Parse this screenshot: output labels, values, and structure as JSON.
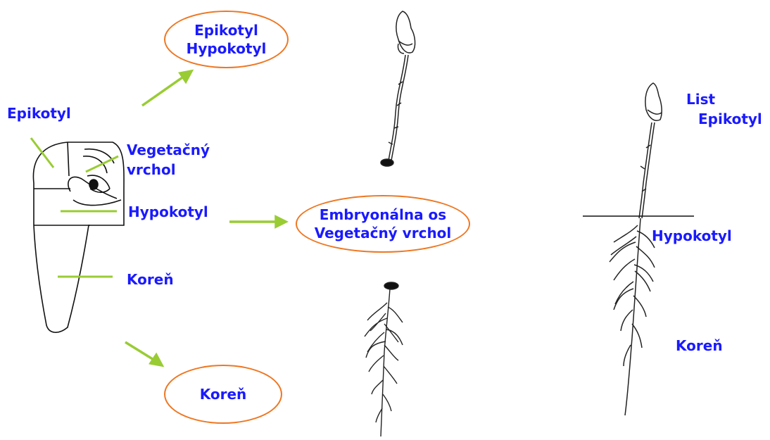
{
  "colors": {
    "label": "#1a1aff",
    "arrow": "#99cc33",
    "oval": "#ee7722",
    "ink": "#111111"
  },
  "seed_labels": {
    "epikotyl": "Epikotyl",
    "vegetacny_vrchol_line1": "Vegetačný",
    "vegetacny_vrchol_line2": "vrchol",
    "hypokotyl": "Hypokotyl",
    "koren": "Koreň"
  },
  "ovals": {
    "top": {
      "line1": "Epikotyl",
      "line2": "Hypokotyl"
    },
    "middle": {
      "line1": "Embryonálna os",
      "line2": "Vegetačný vrchol"
    },
    "bottom": {
      "line1": "Koreň"
    }
  },
  "seedling_labels": {
    "list": "List",
    "epikotyl": "Epikotyl",
    "hypokotyl": "Hypokotyl",
    "koren": "Koreň"
  }
}
